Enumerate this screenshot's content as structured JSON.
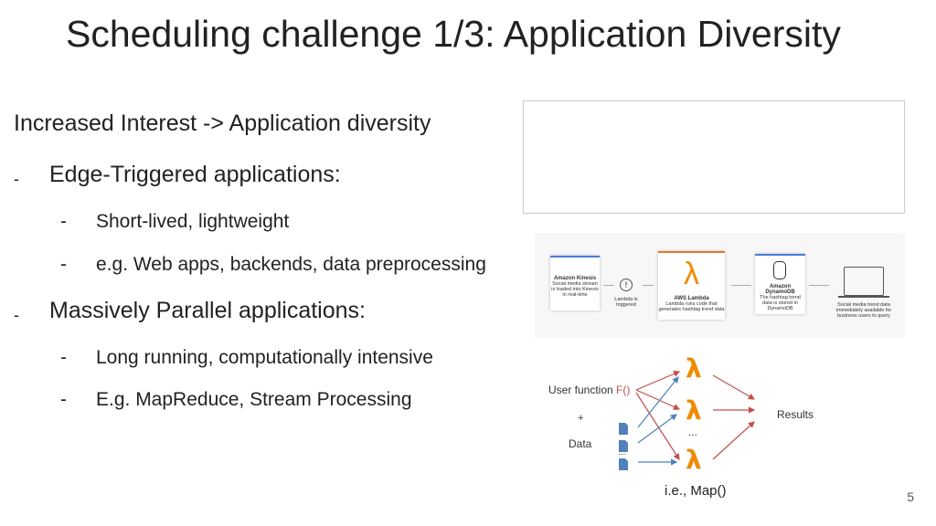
{
  "title": "Scheduling challenge 1/3: Application Diversity",
  "intro": "Increased Interest -> Application diversity",
  "bullets": [
    {
      "dash": "-",
      "text": "Edge-Triggered applications:",
      "sub": [
        {
          "dash": "-",
          "text": "Short-lived, lightweight"
        },
        {
          "dash": "-",
          "text": "e.g. Web apps, backends, data preprocessing"
        }
      ]
    },
    {
      "dash": "-",
      "text": "Massively Parallel applications:",
      "sub": [
        {
          "dash": "-",
          "text": "Long running, computationally intensive"
        },
        {
          "dash": "-",
          "text": "E.g. MapReduce, Stream Processing"
        }
      ]
    }
  ],
  "aws_diagram": {
    "kinesis": {
      "title": "Amazon Kinesis",
      "desc": "Social media stream is loaded into Kinesis in real-time"
    },
    "trigger": "Lambda is triggered",
    "lambda": {
      "title": "AWS Lambda",
      "desc": "Lambda runs code that generates hashtag trend data"
    },
    "dynamo": {
      "title": "Amazon DynamoDB",
      "desc": "The hashtag trend data is stored in DynamoDB"
    },
    "result": "Social media trend data immediately available for business users to query"
  },
  "map_diagram": {
    "user_function": "User function",
    "f": "F()",
    "plus": "+",
    "data": "Data",
    "ellipsis": "...",
    "lambda": "λ",
    "results": "Results",
    "caption": "i.e., Map()"
  },
  "colors": {
    "lambda": "#f08a00",
    "red_arrow": "#c0504d",
    "blue_arrow": "#4f81bd"
  },
  "page_number": "5"
}
